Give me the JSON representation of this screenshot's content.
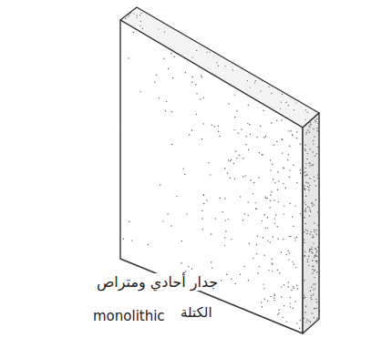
{
  "diagram": {
    "labels": [
      "جدار أحادي ومتراص",
      "monolithic",
      "الكتلة"
    ]
  }
}
